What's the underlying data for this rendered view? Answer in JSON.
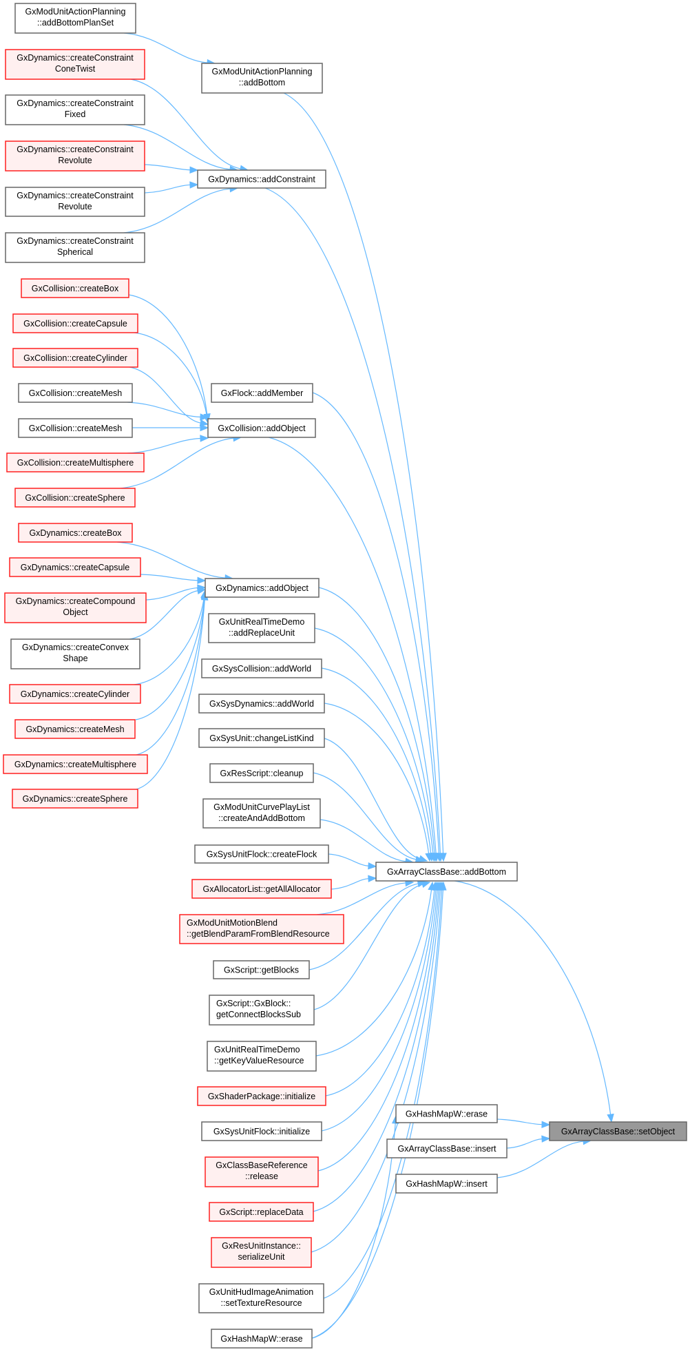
{
  "colors": {
    "edge": "#63b8ff",
    "plain_border": "#666666",
    "red_border": "#ff2020",
    "red_fill": "#fff0f0",
    "highlight_fill": "#999999"
  },
  "nodes": {
    "n1": {
      "lines": [
        "GxModUnitActionPlanning",
        "::addBottomPlanSet"
      ],
      "kind": "plain"
    },
    "n2": {
      "lines": [
        "GxDynamics::createConstraint",
        "ConeTwist"
      ],
      "kind": "red"
    },
    "n3": {
      "lines": [
        "GxDynamics::createConstraint",
        "Fixed"
      ],
      "kind": "plain"
    },
    "n4": {
      "lines": [
        "GxDynamics::createConstraint",
        "Revolute"
      ],
      "kind": "red"
    },
    "n5": {
      "lines": [
        "GxDynamics::createConstraint",
        "Revolute"
      ],
      "kind": "plain"
    },
    "n6": {
      "lines": [
        "GxDynamics::createConstraint",
        "Spherical"
      ],
      "kind": "plain"
    },
    "n7": {
      "lines": [
        "GxModUnitActionPlanning",
        "::addBottom"
      ],
      "kind": "plain"
    },
    "n8": {
      "lines": [
        "GxDynamics::addConstraint"
      ],
      "kind": "plain"
    },
    "c1": {
      "lines": [
        "GxCollision::createBox"
      ],
      "kind": "red"
    },
    "c2": {
      "lines": [
        "GxCollision::createCapsule"
      ],
      "kind": "red"
    },
    "c3": {
      "lines": [
        "GxCollision::createCylinder"
      ],
      "kind": "red"
    },
    "c4": {
      "lines": [
        "GxCollision::createMesh"
      ],
      "kind": "plain"
    },
    "c5": {
      "lines": [
        "GxCollision::createMesh"
      ],
      "kind": "plain"
    },
    "c6": {
      "lines": [
        "GxCollision::createMultisphere"
      ],
      "kind": "red"
    },
    "c7": {
      "lines": [
        "GxCollision::createSphere"
      ],
      "kind": "red"
    },
    "m1": {
      "lines": [
        "GxFlock::addMember"
      ],
      "kind": "plain"
    },
    "c8": {
      "lines": [
        "GxCollision::addObject"
      ],
      "kind": "plain"
    },
    "d1": {
      "lines": [
        "GxDynamics::createBox"
      ],
      "kind": "red"
    },
    "d2": {
      "lines": [
        "GxDynamics::createCapsule"
      ],
      "kind": "red"
    },
    "d3": {
      "lines": [
        "GxDynamics::createCompound",
        "Object"
      ],
      "kind": "red"
    },
    "d4": {
      "lines": [
        "GxDynamics::createConvex",
        "Shape"
      ],
      "kind": "plain"
    },
    "d5": {
      "lines": [
        "GxDynamics::createCylinder"
      ],
      "kind": "red"
    },
    "d6": {
      "lines": [
        "GxDynamics::createMesh"
      ],
      "kind": "red"
    },
    "d7": {
      "lines": [
        "GxDynamics::createMultisphere"
      ],
      "kind": "red"
    },
    "d8": {
      "lines": [
        "GxDynamics::createSphere"
      ],
      "kind": "red"
    },
    "d9": {
      "lines": [
        "GxDynamics::addObject"
      ],
      "kind": "plain"
    },
    "r1": {
      "lines": [
        "GxUnitRealTimeDemo",
        "::addReplaceUnit"
      ],
      "kind": "plain"
    },
    "r2": {
      "lines": [
        "GxSysCollision::addWorld"
      ],
      "kind": "plain"
    },
    "r3": {
      "lines": [
        "GxSysDynamics::addWorld"
      ],
      "kind": "plain"
    },
    "r4": {
      "lines": [
        "GxSysUnit::changeListKind"
      ],
      "kind": "plain"
    },
    "r5": {
      "lines": [
        "GxResScript::cleanup"
      ],
      "kind": "plain"
    },
    "r6": {
      "lines": [
        "GxModUnitCurvePlayList",
        "::createAndAddBottom"
      ],
      "kind": "plain"
    },
    "r7": {
      "lines": [
        "GxSysUnitFlock::createFlock"
      ],
      "kind": "plain"
    },
    "r8": {
      "lines": [
        "GxAllocatorList::getAllAllocator"
      ],
      "kind": "red"
    },
    "r9": {
      "lines": [
        "GxModUnitMotionBlend",
        "::getBlendParamFromBlendResource"
      ],
      "kind": "red"
    },
    "r10": {
      "lines": [
        "GxScript::getBlocks"
      ],
      "kind": "plain"
    },
    "r11": {
      "lines": [
        "GxScript::GxBlock::",
        "getConnectBlocksSub"
      ],
      "kind": "plain"
    },
    "r12": {
      "lines": [
        "GxUnitRealTimeDemo",
        "::getKeyValueResource"
      ],
      "kind": "plain"
    },
    "r13": {
      "lines": [
        "GxShaderPackage::initialize"
      ],
      "kind": "red"
    },
    "r14": {
      "lines": [
        "GxSysUnitFlock::initialize"
      ],
      "kind": "plain"
    },
    "r15": {
      "lines": [
        "GxClassBaseReference",
        "::release"
      ],
      "kind": "red"
    },
    "r16": {
      "lines": [
        "GxScript::replaceData"
      ],
      "kind": "red"
    },
    "r17": {
      "lines": [
        "GxResUnitInstance::",
        "serializeUnit"
      ],
      "kind": "red"
    },
    "r18": {
      "lines": [
        "GxUnitHudImageAnimation",
        "::setTextureResource"
      ],
      "kind": "plain"
    },
    "r19": {
      "lines": [
        "GxHashMapW::erase"
      ],
      "kind": "plain"
    },
    "ab": {
      "lines": [
        "GxArrayClassBase::addBottom"
      ],
      "kind": "plain"
    },
    "e1": {
      "lines": [
        "GxHashMapW::erase"
      ],
      "kind": "plain"
    },
    "i1": {
      "lines": [
        "GxArrayClassBase::insert"
      ],
      "kind": "plain"
    },
    "i2": {
      "lines": [
        "GxHashMapW::insert"
      ],
      "kind": "plain"
    },
    "so": {
      "lines": [
        "GxArrayClassBase::setObject"
      ],
      "kind": "hl"
    }
  },
  "edges": [
    [
      "n1",
      "n7"
    ],
    [
      "n2",
      "n8"
    ],
    [
      "n3",
      "n8"
    ],
    [
      "n4",
      "n8"
    ],
    [
      "n5",
      "n8"
    ],
    [
      "n6",
      "n8"
    ],
    [
      "c1",
      "c8"
    ],
    [
      "c2",
      "c8"
    ],
    [
      "c3",
      "c8"
    ],
    [
      "c4",
      "c8"
    ],
    [
      "c5",
      "c8"
    ],
    [
      "c6",
      "c8"
    ],
    [
      "c7",
      "c8"
    ],
    [
      "d1",
      "d9"
    ],
    [
      "d2",
      "d9"
    ],
    [
      "d3",
      "d9"
    ],
    [
      "d4",
      "d9"
    ],
    [
      "d5",
      "d9"
    ],
    [
      "d6",
      "d9"
    ],
    [
      "d7",
      "d9"
    ],
    [
      "d8",
      "d9"
    ],
    [
      "n7",
      "ab"
    ],
    [
      "n8",
      "ab"
    ],
    [
      "m1",
      "ab"
    ],
    [
      "c8",
      "ab"
    ],
    [
      "d9",
      "ab"
    ],
    [
      "r1",
      "ab"
    ],
    [
      "r2",
      "ab"
    ],
    [
      "r3",
      "ab"
    ],
    [
      "r4",
      "ab"
    ],
    [
      "r5",
      "ab"
    ],
    [
      "r6",
      "ab"
    ],
    [
      "r7",
      "ab"
    ],
    [
      "r8",
      "ab"
    ],
    [
      "r9",
      "ab"
    ],
    [
      "r10",
      "ab"
    ],
    [
      "r11",
      "ab"
    ],
    [
      "r12",
      "ab"
    ],
    [
      "r13",
      "ab"
    ],
    [
      "r14",
      "ab"
    ],
    [
      "r15",
      "ab"
    ],
    [
      "r16",
      "ab"
    ],
    [
      "r17",
      "ab"
    ],
    [
      "r18",
      "ab"
    ],
    [
      "r19",
      "ab"
    ],
    [
      "r19",
      "e1"
    ],
    [
      "ab",
      "so"
    ],
    [
      "e1",
      "so"
    ],
    [
      "i1",
      "so"
    ],
    [
      "i2",
      "so"
    ]
  ]
}
